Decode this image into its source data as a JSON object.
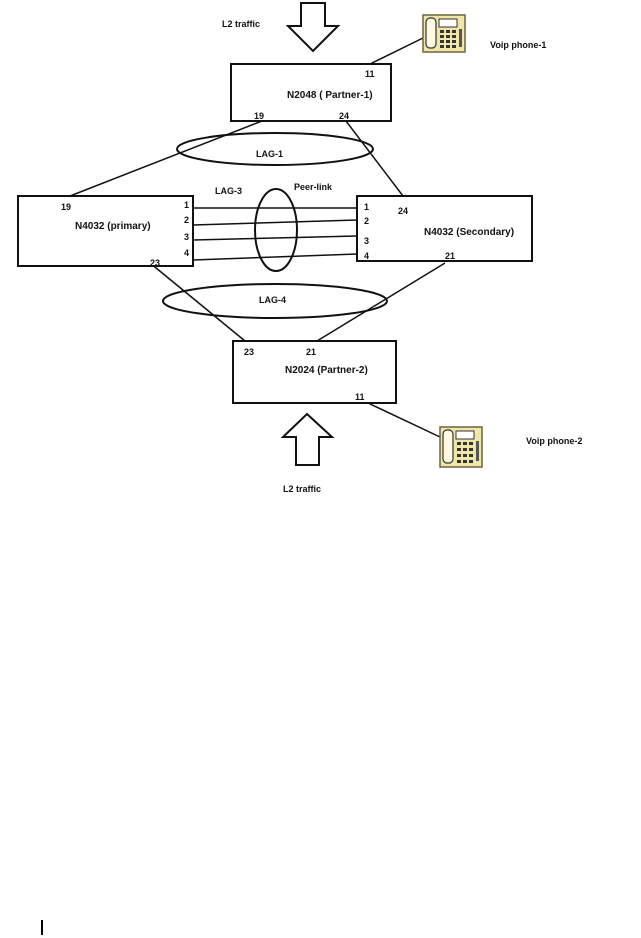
{
  "traffic": {
    "top_label": "L2 traffic",
    "bottom_label": "L2 traffic"
  },
  "switches": {
    "top": {
      "label": "N2048 ( Partner-1)",
      "port_phone": "11",
      "port_left": "19",
      "port_right": "24"
    },
    "primary": {
      "label": "N4032 (primary)",
      "port_uplink": "19",
      "port_downlink": "23",
      "ports": [
        "1",
        "2",
        "3",
        "4"
      ]
    },
    "secondary": {
      "label": "N4032 (Secondary)",
      "port_uplink": "24",
      "port_downlink": "21",
      "ports": [
        "1",
        "2",
        "3",
        "4"
      ]
    },
    "bottom": {
      "label": "N2024 (Partner-2)",
      "port_left": "23",
      "port_right": "21",
      "port_phone": "11"
    }
  },
  "lags": {
    "lag1": "LAG-1",
    "lag3": "LAG-3",
    "lag4": "LAG-4",
    "peer_link": "Peer-link"
  },
  "phones": {
    "phone1": "Voip phone-1",
    "phone2": "Voip phone-2"
  },
  "colors": {
    "line": "#111111",
    "phone_body": "#f0e6a8",
    "phone_outline": "#6b6440"
  }
}
